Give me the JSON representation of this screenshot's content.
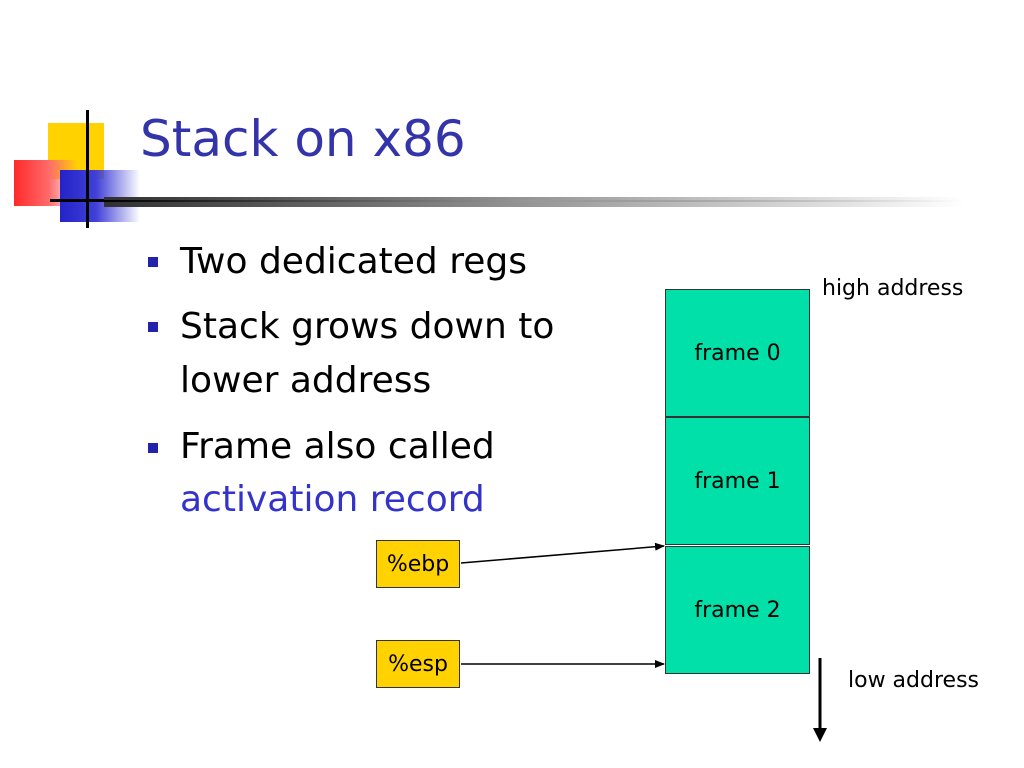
{
  "slide": {
    "title": "Stack on x86",
    "bullets": [
      {
        "lines": [
          "Two dedicated regs"
        ]
      },
      {
        "lines": [
          "Stack grows down to",
          "lower address"
        ]
      },
      {
        "lines": [
          "Frame also called"
        ],
        "highlight": "activation record"
      }
    ]
  },
  "diagram": {
    "frames": [
      "frame 0",
      "frame 1",
      "frame 2"
    ],
    "registers": {
      "ebp": "%ebp",
      "esp": "%esp"
    },
    "high_label": "high address",
    "low_label": "low address"
  },
  "colors": {
    "title": "#3333aa",
    "highlight": "#3333cc",
    "frame_fill": "#00e0a8",
    "register_fill": "#ffd200",
    "bullet": "#2222aa"
  }
}
